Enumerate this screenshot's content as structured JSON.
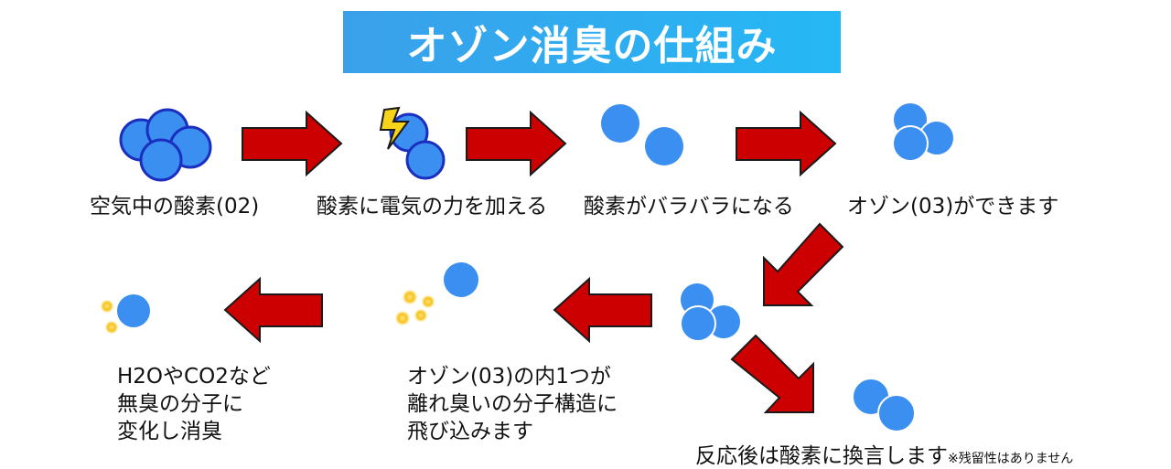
{
  "title": "オゾン消臭の仕組み",
  "colors": {
    "banner": "#2aaaf0",
    "molecule": "#3b8ff0",
    "molecule_outline_dark": "#1a2fc0",
    "arrow_fill": "#cc0000",
    "arrow_outline": "#1a1a1a",
    "spark": "#f7d31a"
  },
  "steps": {
    "step1": "空気中の酸素(02)",
    "step2": "酸素に電気の力を加える",
    "step3": "酸素がバラバラになる",
    "step4": "オゾン(03)ができます",
    "step5": {
      "line1": "オゾン(03)の内1つが",
      "line2": "離れ臭いの分子構造に",
      "line3": "飛び込みます"
    },
    "step6": {
      "line1": "H2OやCO2など",
      "line2": "無臭の分子に",
      "line3": "変化し消臭"
    },
    "step7": {
      "main": "反応後は酸素に換言します",
      "note": "※残留性はありません"
    }
  },
  "icons": [
    "lightning-icon",
    "arrow-right-icon",
    "arrow-left-icon",
    "arrow-diagonal-icon"
  ]
}
